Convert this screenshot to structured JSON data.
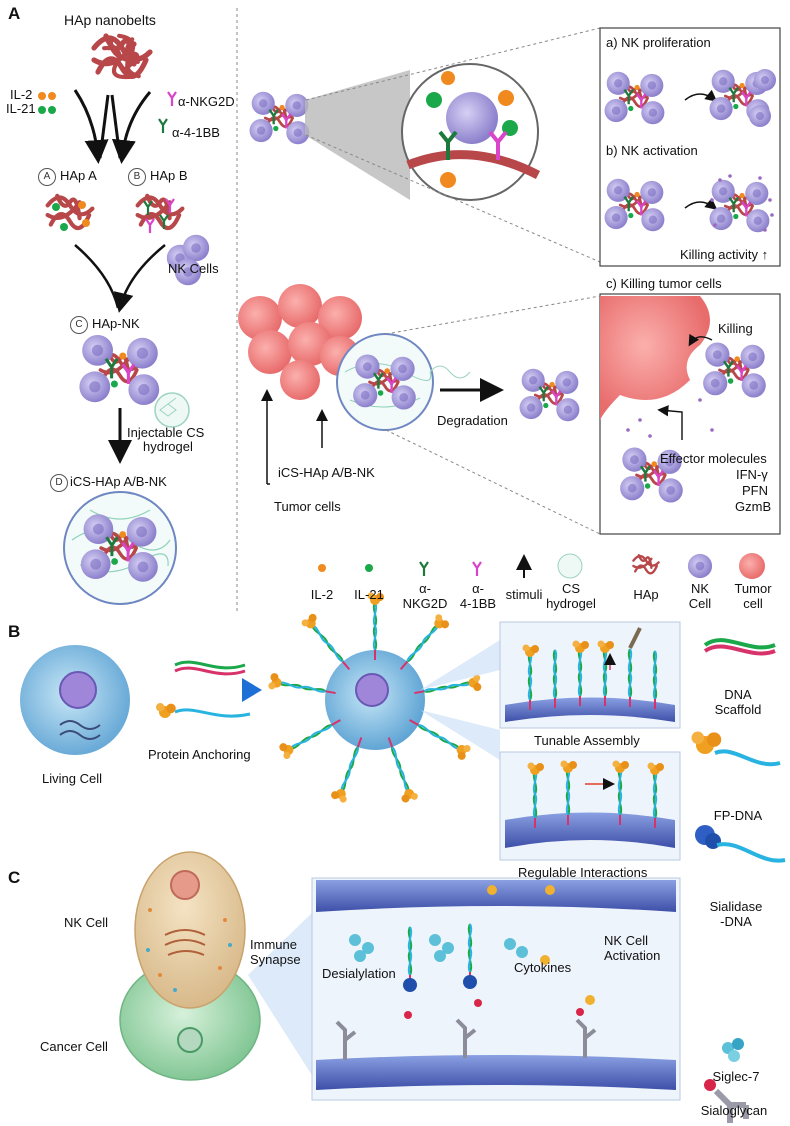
{
  "panel_a": {
    "letter": "A",
    "hap_nanobelts": "HAp nanobelts",
    "il2": "IL-2",
    "il21": "IL-21",
    "anti_nkg2d": "α-NKG2D",
    "anti_41bb": "α-4-1BB",
    "hap_a_marker": "A",
    "hap_a": "HAp A",
    "hap_b_marker": "B",
    "hap_b": "HAp B",
    "nk_cells": "NK Cells",
    "hap_nk_marker": "C",
    "hap_nk": "HAp-NK",
    "injectable_line1": "Injectable CS",
    "injectable_line2": "hydrogel",
    "ics_marker": "D",
    "ics_hap": "iCS-HAp A/B-NK",
    "nk_proliferation": "a) NK proliferation",
    "nk_activation": "b) NK activation",
    "killing_activity": "Killing activity ↑",
    "killing_tumor": "c) Killing tumor cells",
    "killing": "Killing",
    "degradation": "Degradation",
    "ics_label": "iCS-HAp A/B-NK",
    "tumor_cells": "Tumor cells",
    "effector_molecules": "Effector molecules",
    "ifn": "IFN-γ",
    "pfn": "PFN",
    "gzmb": "GzmB",
    "legend": [
      {
        "label": "IL-2",
        "icon": "orange-dot-icon"
      },
      {
        "label": "IL-21",
        "icon": "green-dot-icon"
      },
      {
        "label": "α-\nNKG2D",
        "icon": "antibody-green-icon"
      },
      {
        "label": "α-\n4-1BB",
        "icon": "antibody-magenta-icon"
      },
      {
        "label": "stimuli",
        "icon": "arrow-up-icon"
      },
      {
        "label": "CS\nhydrogel",
        "icon": "hydrogel-icon"
      },
      {
        "label": "HAp",
        "icon": "hap-icon"
      },
      {
        "label": "NK\nCell",
        "icon": "nk-cell-icon"
      },
      {
        "label": "Tumor\ncell",
        "icon": "tumor-cell-icon"
      }
    ]
  },
  "panel_b": {
    "letter": "B",
    "protein_anchoring": "Protein Anchoring",
    "living_cell": "Living Cell",
    "tunable_assembly": "Tunable Assembly",
    "regulable_interactions": "Regulable Interactions",
    "dna_scaffold_1": "DNA",
    "dna_scaffold_2": "Scaffold",
    "fp_dna": "FP-DNA"
  },
  "panel_c": {
    "letter": "C",
    "nk_cell": "NK Cell",
    "cancer_cell": "Cancer Cell",
    "immune_1": "Immune",
    "immune_2": "Synapse",
    "desialylation": "Desialylation",
    "cytokines": "Cytokines",
    "nk_activation_1": "NK Cell",
    "nk_activation_2": "Activation",
    "sialidase_1": "Sialidase",
    "sialidase_2": "-DNA",
    "siglec": "Siglec-7",
    "sialoglycan": "Sialoglycan"
  },
  "colors": {
    "il2": "#f08a1e",
    "il21": "#1aa84a",
    "nkg2d": "#1e7a3c",
    "bb41": "#d944c8",
    "hap": "#b8474a",
    "nk": "#9a8fd6",
    "tumor": "#f07b7b",
    "membrane": "#5a6fc4"
  }
}
